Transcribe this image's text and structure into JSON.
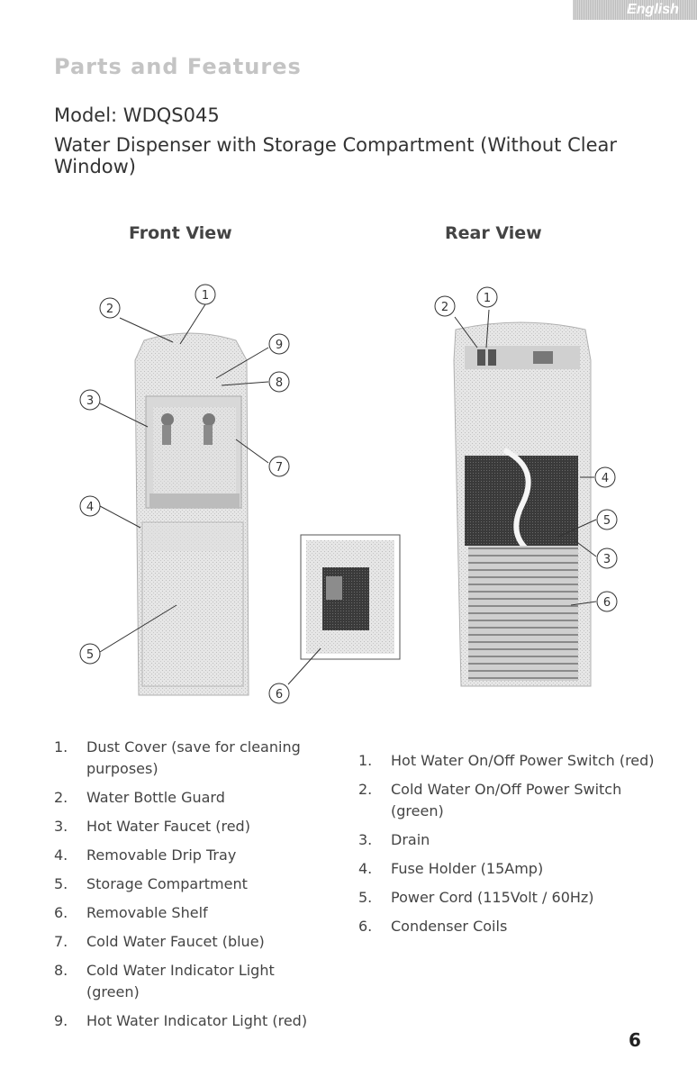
{
  "header": {
    "language_tab": "English"
  },
  "title": "Parts and Features",
  "model": "Model: WDQS045",
  "subtitle": "Water Dispenser with Storage Compartment (Without Clear Window)",
  "front_view": {
    "title": "Front View",
    "callouts": [
      "1",
      "2",
      "9",
      "8",
      "3",
      "7",
      "4",
      "5",
      "6"
    ],
    "items": [
      {
        "num": "1.",
        "text": "Dust Cover (save for cleaning purposes)"
      },
      {
        "num": "2.",
        "text": "Water Bottle Guard"
      },
      {
        "num": "3.",
        "text": "Hot Water Faucet (red)"
      },
      {
        "num": "4.",
        "text": "Removable Drip Tray"
      },
      {
        "num": "5.",
        "text": "Storage Compartment"
      },
      {
        "num": "6.",
        "text": "Removable Shelf"
      },
      {
        "num": "7.",
        "text": "Cold Water Faucet (blue)"
      },
      {
        "num": "8.",
        "text": "Cold Water Indicator Light (green)"
      },
      {
        "num": "9.",
        "text": "Hot Water Indicator Light (red)"
      }
    ]
  },
  "rear_view": {
    "title": "Rear View",
    "callouts": [
      "2",
      "1",
      "4",
      "5",
      "3",
      "6"
    ],
    "items": [
      {
        "num": "1.",
        "text": "Hot Water On/Off Power Switch (red)"
      },
      {
        "num": "2.",
        "text": "Cold Water On/Off Power Switch (green)"
      },
      {
        "num": "3.",
        "text": "Drain"
      },
      {
        "num": "4.",
        "text": "Fuse Holder (15Amp)"
      },
      {
        "num": "5.",
        "text": "Power Cord (115Volt / 60Hz)"
      },
      {
        "num": "6.",
        "text": "Condenser Coils"
      }
    ]
  },
  "page_number": "6"
}
